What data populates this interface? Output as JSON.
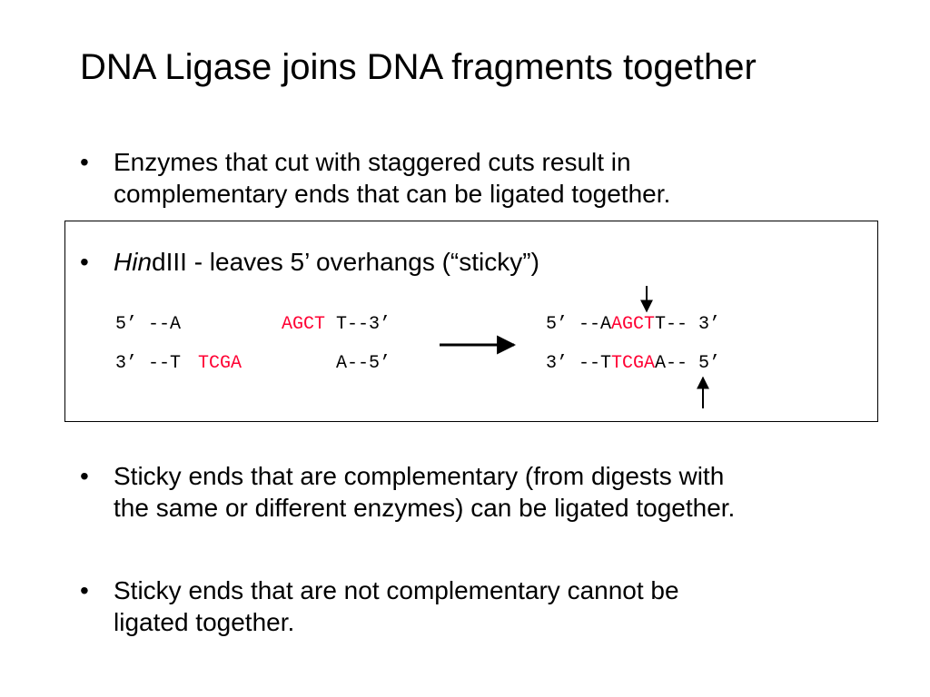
{
  "title": "DNA Ligase joins DNA fragments together",
  "bullet_char": "•",
  "bullets": {
    "b1": {
      "line1": "Enzymes that cut with staggered cuts result in",
      "line2": "complementary ends that can be ligated together."
    },
    "b2": {
      "italic": "Hin",
      "rest": "dIII - leaves 5’ overhangs (“sticky”)"
    },
    "b3": {
      "line1": "Sticky ends that are complementary (from digests with",
      "line2": "the same or different enzymes) can be ligated together."
    },
    "b4": {
      "line1": "Sticky ends that are not complementary cannot be",
      "line2": "ligated together."
    }
  },
  "sequences": {
    "left_top_a": "5’ --A",
    "left_top_red": "AGCT",
    "left_top_b": "T--3’",
    "left_bottom_a": "3’ --T",
    "left_bottom_red": "TCGA",
    "left_bottom_b": "A--5’",
    "right_top_a": "5’ --A",
    "right_top_red": "AGCT",
    "right_top_b": "T-- 3’",
    "right_bottom_a": "3’ --T",
    "right_bottom_red": "TCGA",
    "right_bottom_b": "A-- 5’"
  },
  "colors": {
    "highlight": "#ff0033",
    "text": "#000000"
  }
}
